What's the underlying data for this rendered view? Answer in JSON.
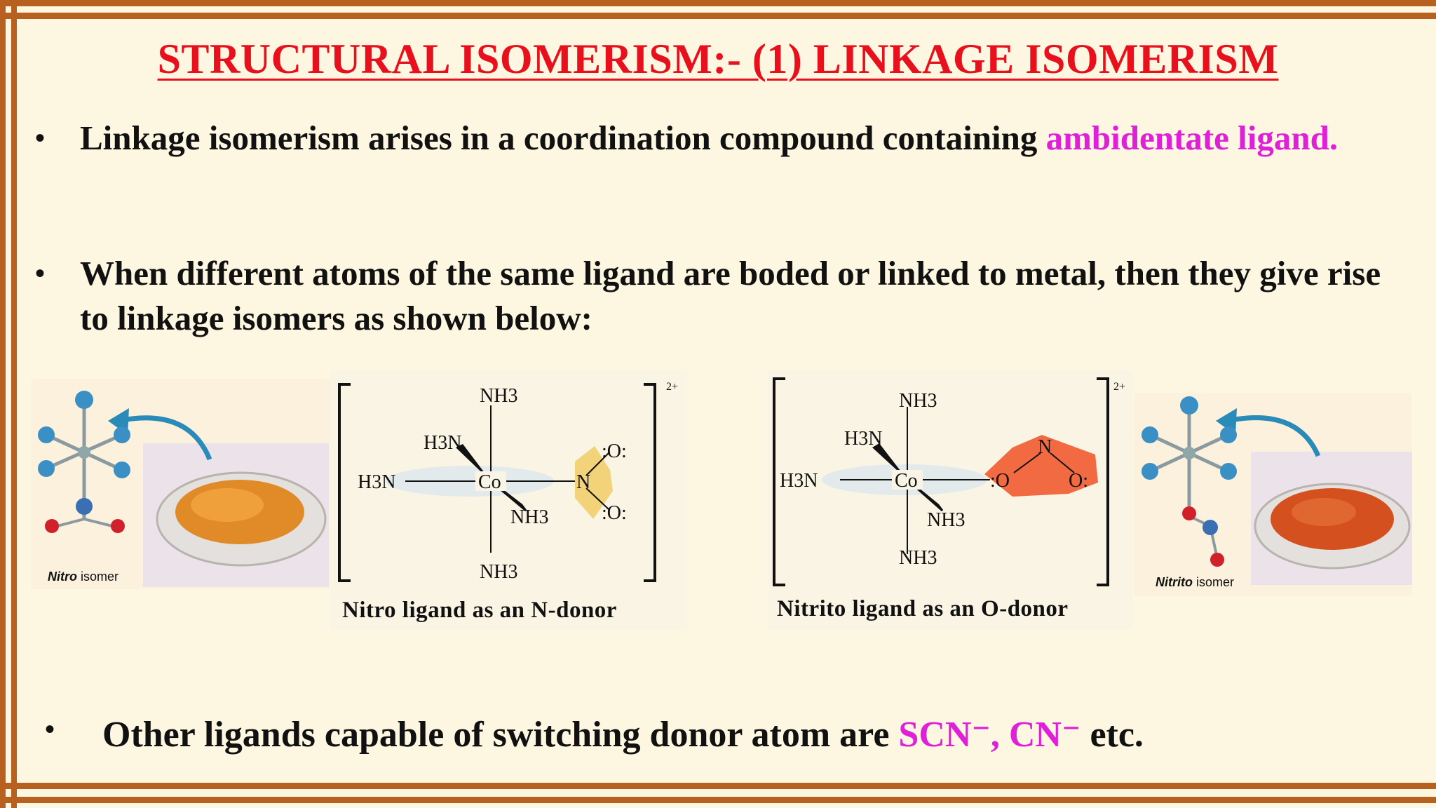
{
  "title": "STRUCTURAL ISOMERISM:- (1) LINKAGE ISOMERISM",
  "bullets": [
    {
      "text": "Linkage isomerism arises in a coordination compound containing ",
      "highlight": "ambidentate ligand."
    },
    {
      "text": "When different atoms of the same ligand are boded or linked to metal, then they give rise to linkage isomers as shown below:"
    },
    {
      "text_before": "Other ligands capable of switching donor atom are ",
      "highlight": "SCN⁻, CN⁻",
      "text_after": " etc."
    }
  ],
  "figure_left": {
    "label_italic": "Nitro",
    "label_rest": " isomer",
    "caption": "Nitro ligand as an  N-donor",
    "charge": "2+",
    "ligands": {
      "top": "NH3",
      "upper_left": "H3N",
      "left": "H3N",
      "lower_right": "NH3",
      "bottom": "NH3",
      "metal": "Co",
      "donor": "N",
      "o_top": ":O:",
      "o_bottom": ":O:"
    }
  },
  "figure_right": {
    "label_italic": "Nitrito",
    "label_rest": " isomer",
    "caption": "Nitrito ligand as an O-donor",
    "charge": "2+",
    "ligands": {
      "top": "NH3",
      "upper_left": "H3N",
      "left": "H3N",
      "lower_right": "NH3",
      "bottom": "NH3",
      "metal": "Co",
      "o_left": ":O",
      "n_mid": "N",
      "o_right": "O:"
    }
  },
  "colors": {
    "frame": "#b8601f",
    "title": "#e8101c",
    "highlight": "#e020d8",
    "nitro_group": "#f3d37a",
    "nitrito_group": "#f26a42"
  }
}
